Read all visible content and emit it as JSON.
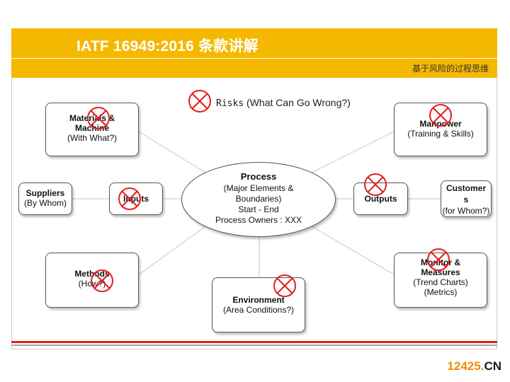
{
  "header": {
    "title": "IATF 16949:2016 条款讲解",
    "subtitle": "基于风险的过程思维",
    "background_color": "#f5b800"
  },
  "risks": {
    "label_prefix": "Risks",
    "label_rest": " (What Can Go Wrong?)"
  },
  "process": {
    "title": "Process",
    "line1": "(Major Elements &",
    "line2": "Boundaries)",
    "line3": "Start - End",
    "line4": "Process Owners : XXX"
  },
  "boxes": {
    "materials": {
      "line1": "Materials &",
      "line2": "Machine",
      "line3": "(With What?)"
    },
    "manpower": {
      "line1": "Manpower",
      "line2": "(Training & Skills)"
    },
    "suppliers": {
      "line1": "Suppliers",
      "line2": "(By Whom)"
    },
    "inputs": {
      "line1": "Inputs"
    },
    "outputs": {
      "line1": "Outputs"
    },
    "customers": {
      "line1": "Customer",
      "line2": "s",
      "line3": "(for Whom?)"
    },
    "methods": {
      "line1": "Methods",
      "line2": "(How?)"
    },
    "environment": {
      "line1": "Environment",
      "line2": "(Area Conditions?)"
    },
    "monitor": {
      "line1": "Monitor &",
      "line2": "Measures",
      "line3": "(Trend Charts)",
      "line4": "(Metrics)"
    }
  },
  "icons": {
    "risk": "crossed-circle-icon",
    "risk_color": "#e02020"
  },
  "watermark": {
    "part1": "12425",
    "dot": ".",
    "part2": "CN"
  }
}
